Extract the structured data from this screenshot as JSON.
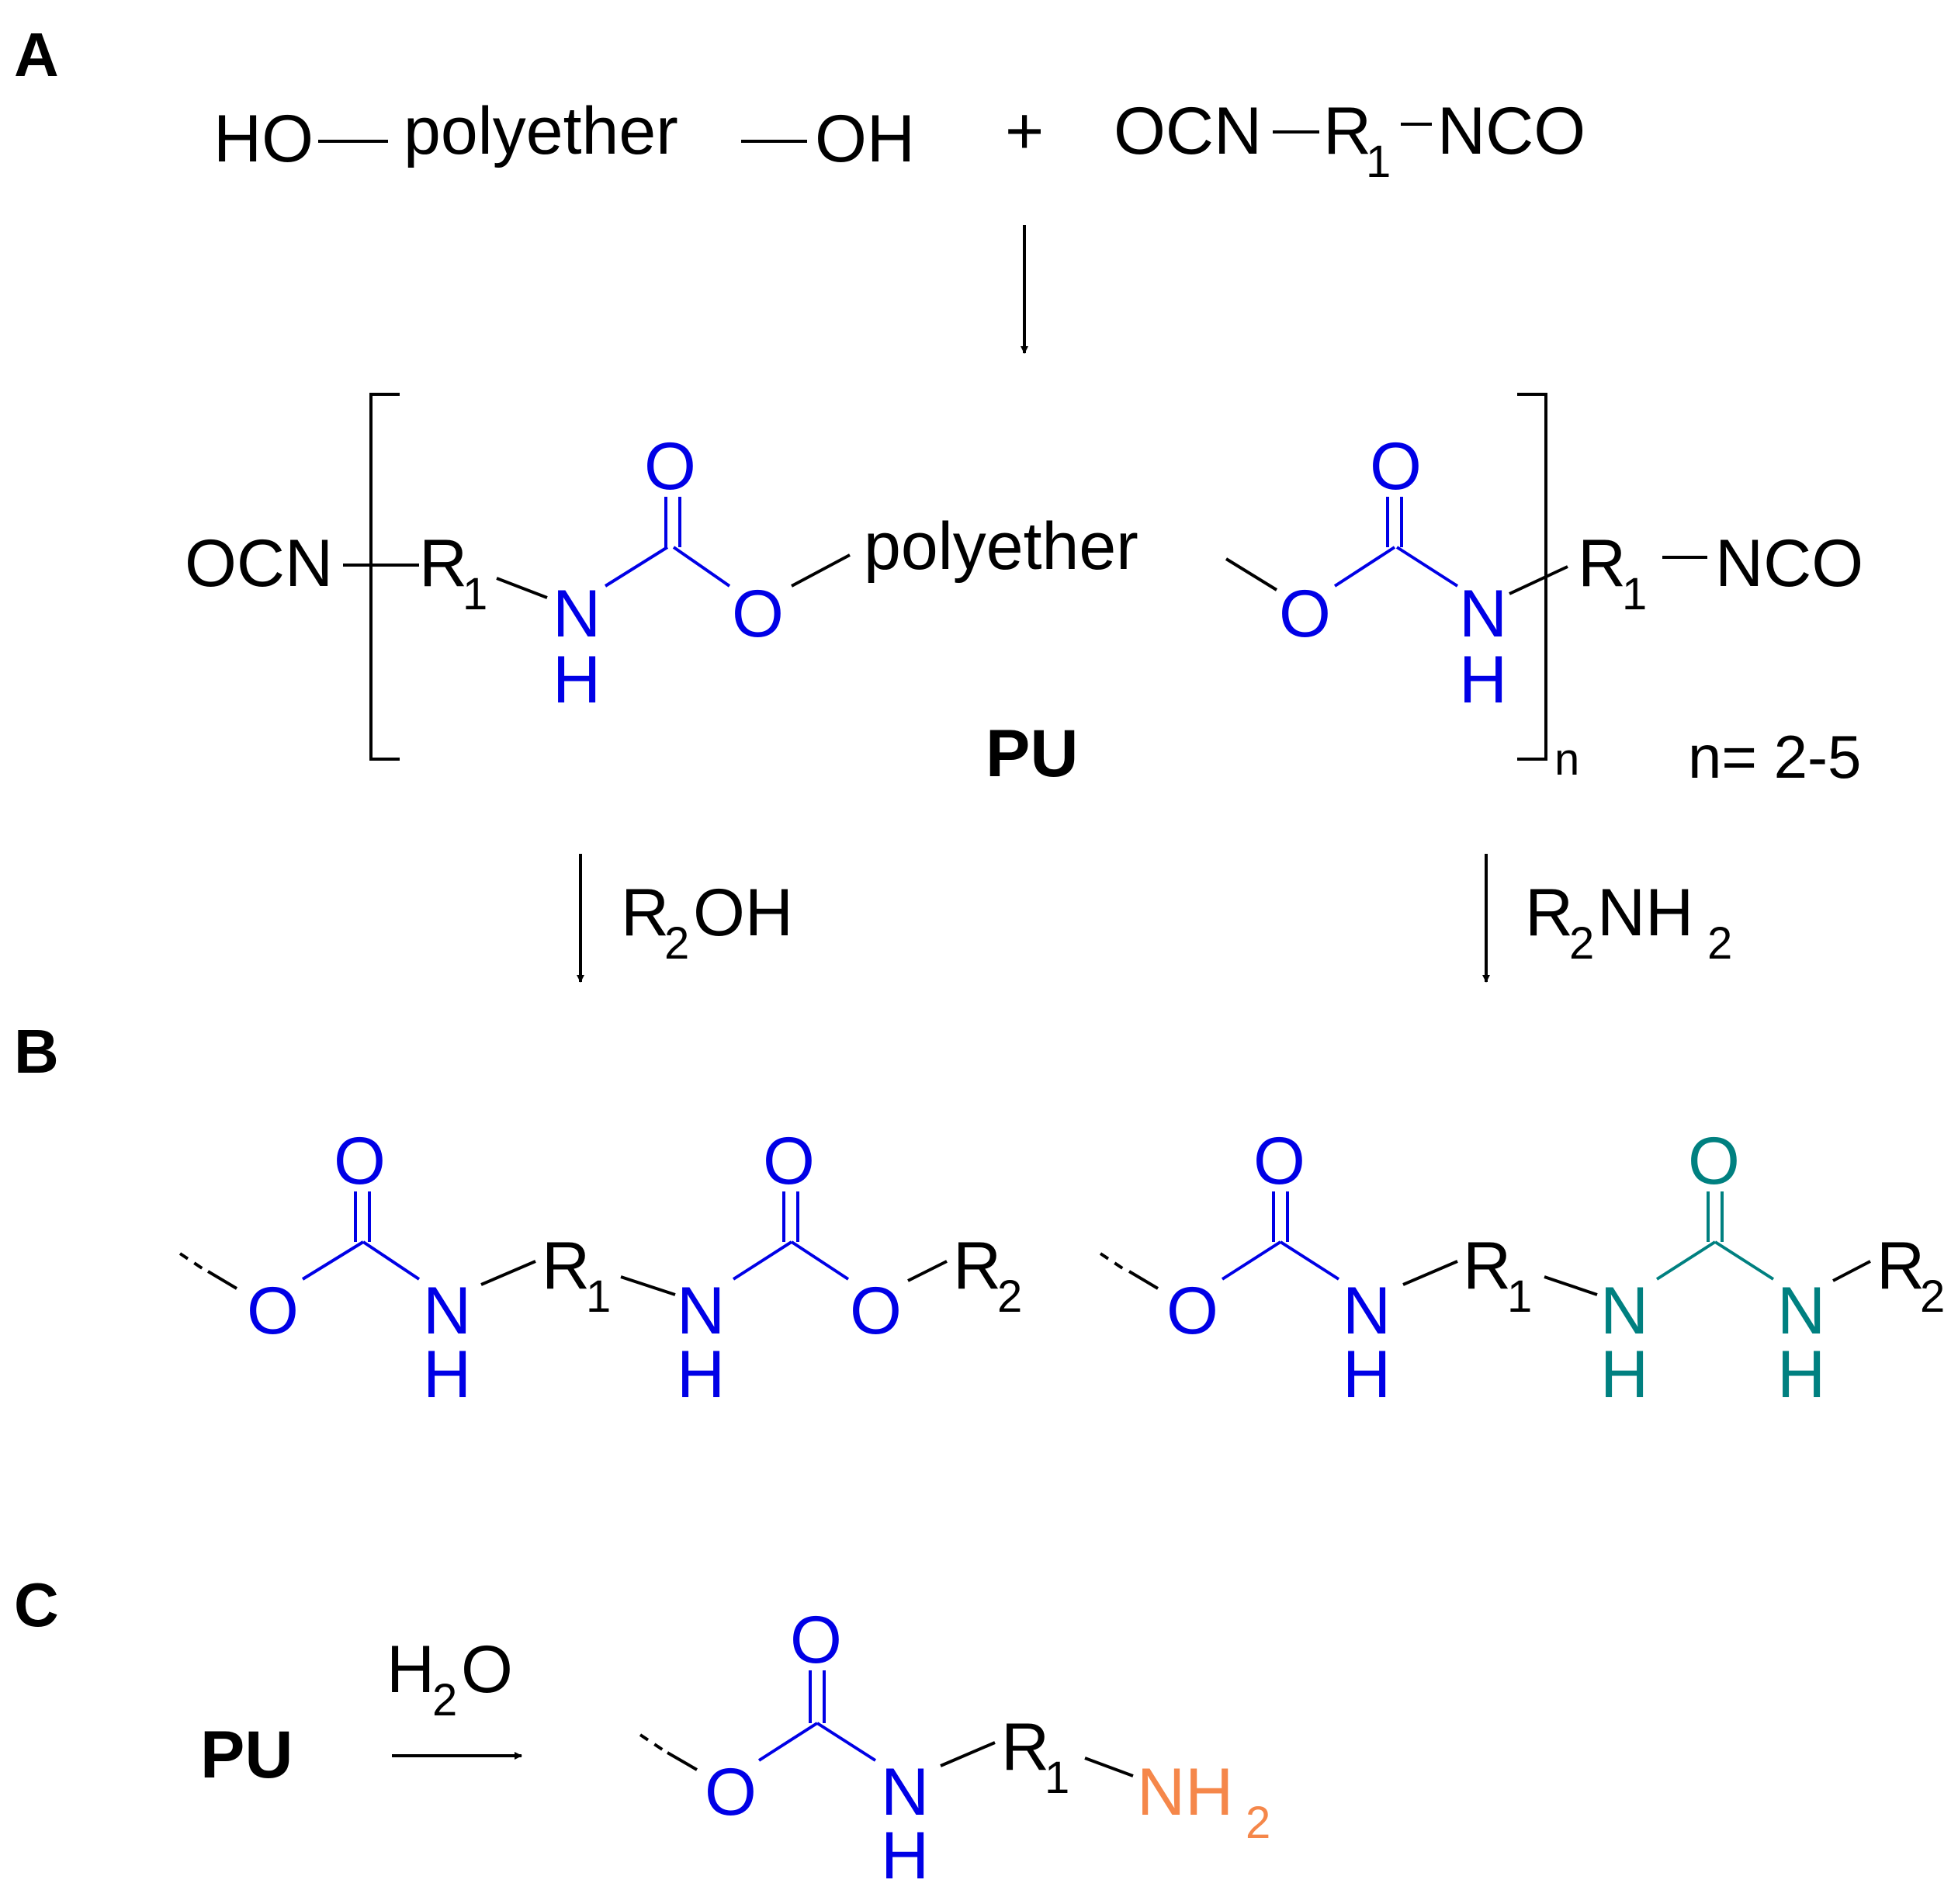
{
  "panels": {
    "a": "A",
    "b": "B",
    "c": "C"
  },
  "colors": {
    "urethane": "#0000e6",
    "urea": "#008080",
    "amine": "#f5874a",
    "default": "#000000"
  },
  "reaction_a": {
    "diol": {
      "ho": "HO",
      "middle": "polyether",
      "oh": "OH"
    },
    "plus": "+",
    "isocyanate": {
      "left": "OCN",
      "r": "R",
      "r_sub": "1",
      "right": "NCO"
    }
  },
  "prepolymer": {
    "end_left": "OCN",
    "r1": "R",
    "r1_sub": "1",
    "carbonyl_o": "O",
    "nh_n": "N",
    "nh_h": "H",
    "ester_o": "O",
    "middle": "polyether",
    "end_right": "NCO",
    "repeat_sub": "n",
    "repeat_note": "n= 2-5",
    "label": "PU"
  },
  "reagents": {
    "alcohol": {
      "r": "R",
      "sub": "2",
      "rest": "OH"
    },
    "amine": {
      "r": "R",
      "sub": "2",
      "nh": "NH",
      "sub2": "2"
    },
    "water": {
      "h": "H",
      "sub": "2",
      "o": "O"
    }
  },
  "product_b1": {
    "o": "O",
    "n": "N",
    "h": "H",
    "r1": "R",
    "r1_sub": "1",
    "r2": "R",
    "r2_sub": "2"
  },
  "product_b2": {
    "o": "O",
    "n": "N",
    "h": "H",
    "r1": "R",
    "r1_sub": "1",
    "r2": "R",
    "r2_sub": "2"
  },
  "panel_c": {
    "reactant": "PU",
    "product": {
      "o": "O",
      "n": "N",
      "h": "H",
      "r1": "R",
      "r1_sub": "1",
      "nh2": "NH",
      "nh2_sub": "2"
    }
  }
}
